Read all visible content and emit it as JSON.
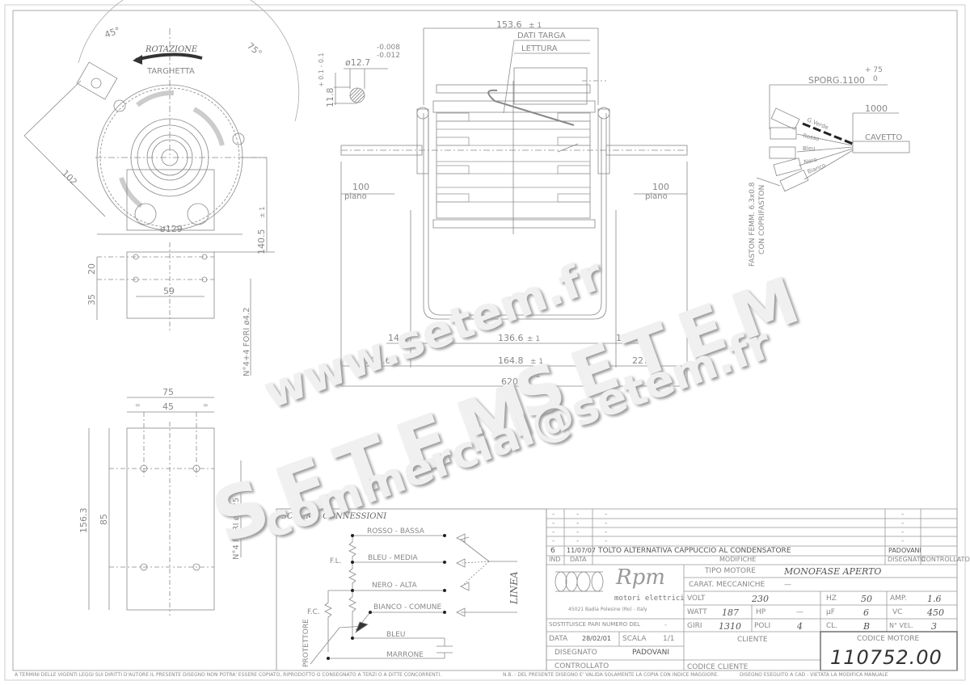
{
  "front_view": {
    "angle_left": "45°",
    "angle_right": "75°",
    "rotation_label": "ROTAZIONE",
    "nameplate_label": "TARGHETTA",
    "dim_102": "102",
    "dim_diameter": "ø129",
    "dim_height": "140.5",
    "dim_height_tol": "± 1"
  },
  "base_plate_top": {
    "dim_20": "20",
    "dim_35": "35",
    "dim_59": "59",
    "holes_note": "N°4+4 FORI ø4.2"
  },
  "base_plate_bottom": {
    "dim_75": "75",
    "dim_45": "45",
    "dim_156": "156.3",
    "dim_85": "85",
    "eq": "=",
    "holes_note": "N°4 FORI ø5.25"
  },
  "shaft_section": {
    "diameter": "ø12.7",
    "tol_upper": "-0.008",
    "tol_lower": "-0.012",
    "dim_11_8": "11.8",
    "dim_tol": "+ 0.1 - 0.1"
  },
  "side_view": {
    "overall_width": "153.6",
    "overall_tol": "+ 1 - 1",
    "nameplate_data": "DATI TARGA",
    "reading": "LETTURA",
    "flat_left": "100",
    "flat_right": "100",
    "flat_label": "piano",
    "dim_14_1_left": "14.1",
    "dim_14_1_right": "14.1",
    "dim_136_6": "136.6",
    "dim_164_8": "164.8",
    "dim_227_6_left": "227.6",
    "dim_227_6_right": "227.6",
    "dim_620": "620",
    "tol_1": "± 1",
    "tol_02": "± 0.2"
  },
  "cable": {
    "protrusion": "SPORG.1100",
    "protrusion_tol_upper": "+ 75",
    "protrusion_tol_lower": "0",
    "length": "1000",
    "cable_label": "CAVETTO",
    "wires": [
      "G.Verde",
      "Rosso",
      "Bleu",
      "Nero",
      "Bianco"
    ],
    "terminal_note_1": "FASTON FEMM. 6.3x0.8",
    "terminal_note_2": "CON COPRIFASTON"
  },
  "schema": {
    "title": "SCHEMA CONNESSIONI",
    "lines": [
      "ROSSO - BASSA",
      "BLEU - MEDIA",
      "NERO - ALTA",
      "BIANCO - COMUNE",
      "BLEU",
      "MARRONE"
    ],
    "fl": "F.L.",
    "fc": "F.C.",
    "protector": "PROTETTORE",
    "line": "LINEA"
  },
  "revisions": {
    "rows": [
      {
        "ind": "-",
        "data": "-",
        "mod": "-",
        "dis": "-",
        "ctrl": ""
      },
      {
        "ind": "-",
        "data": "-",
        "mod": "-",
        "dis": "-",
        "ctrl": ""
      },
      {
        "ind": "-",
        "data": "-",
        "mod": "-",
        "dis": "-",
        "ctrl": ""
      },
      {
        "ind": "-",
        "data": "-",
        "mod": "-",
        "dis": "-",
        "ctrl": ""
      },
      {
        "ind": "6",
        "data": "11/07/07",
        "mod": "TOLTO ALTERNATIVA CAPPUCCIO AL CONDENSATORE",
        "dis": "PADOVANI",
        "ctrl": ""
      }
    ],
    "headers": {
      "ind": "IND",
      "data": "DATA",
      "mod": "MODIFICHE",
      "dis": "DISEGNATO",
      "ctrl": "CONTROLLATO"
    }
  },
  "company": {
    "name": "Rpm",
    "subtitle": "motori elettrici",
    "address": "45021 Badia Polesine (Ro) - Italy"
  },
  "title_block": {
    "replaces_label": "SOSTITUISCE PARI NUMERO DEL",
    "replaces_value": "-",
    "date_label": "DATA",
    "date_value": "28/02/01",
    "scale_label": "SCALA",
    "scale_value": "1/1",
    "drawn_label": "DISEGNATO",
    "drawn_value": "PADOVANI",
    "checked_label": "CONTROLLATO",
    "motor_type_label": "TIPO MOTORE",
    "motor_type_value": "MONOFASE APERTO",
    "mech_label": "CARAT. MECCANICHE",
    "mech_value": "—",
    "volt_label": "VOLT",
    "volt_value": "230",
    "hz_label": "HZ",
    "hz_value": "50",
    "amp_label": "AMP.",
    "amp_value": "1.6",
    "watt_label": "WATT",
    "watt_value": "187",
    "hp_label": "HP",
    "hp_value": "—",
    "uf_label": "µF",
    "uf_value": "6",
    "vc_label": "VC",
    "vc_value": "450",
    "rpm_label": "GIRI",
    "rpm_value": "1310",
    "poles_label": "POLI",
    "poles_value": "4",
    "class_label": "CL.",
    "class_value": "B",
    "speeds_label": "N° VEL.",
    "speeds_value": "3",
    "client_label": "CLIENTE",
    "client_code_label": "CODICE CLIENTE",
    "motor_code_label": "CODICE MOTORE",
    "motor_code_value": "110752.00"
  },
  "footer": {
    "copyright": "A TERMINI DELLE VIGENTI LEGGI SUI DIRITTI D'AUTORE IL PRESENTE DISEGNO NON POTRA' ESSERE COPIATO, RIPRODOTTO O CONSEGNATO A TERZI O A DITTE CONCORRENTI.",
    "note": "N.B. - DEL PRESENTE DISEGNO E' VALIDA SOLAMENTE LA COPIA CON INDICE MAGGIORE.",
    "cad": "DISEGNO ESEGUITO A CAD - VIETATA LA MODIFICA MANUALE"
  },
  "watermark": {
    "url": "www.setem.fr",
    "brand1": "SETEM",
    "brand2": "SETEM",
    "email": "commercial@setem.fr"
  }
}
